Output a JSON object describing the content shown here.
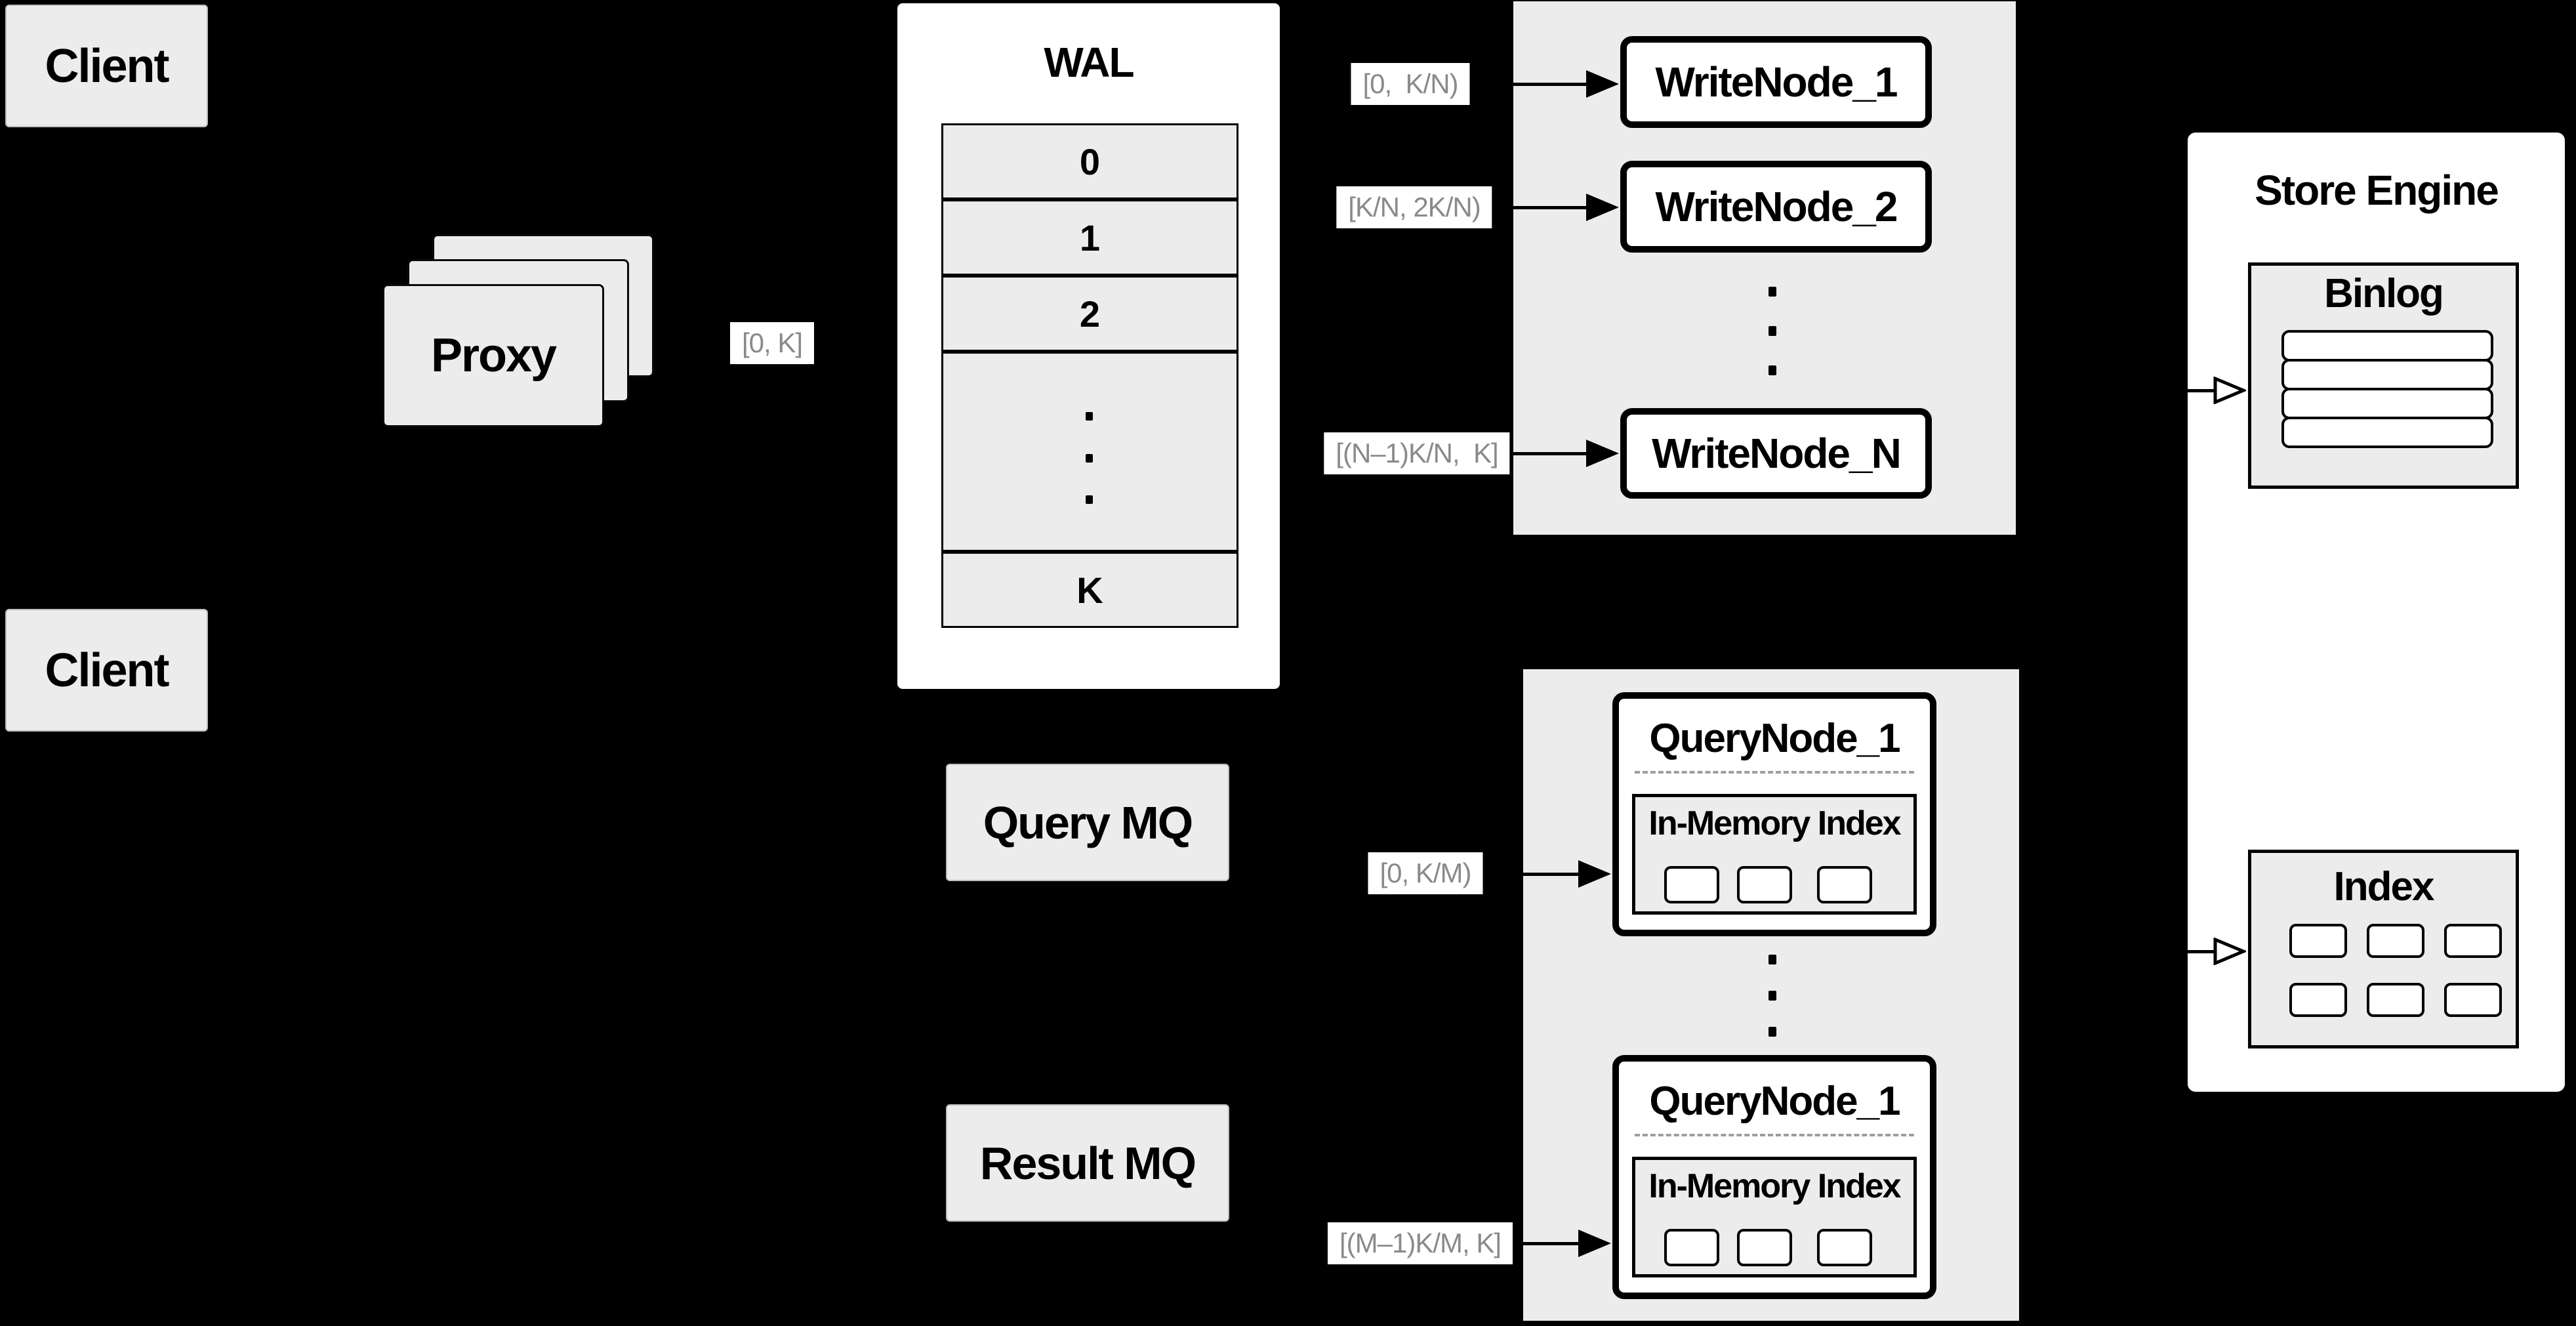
{
  "colors": {
    "background": "#000000",
    "panel_gray": "#ececec",
    "box_white": "#ffffff",
    "line_black": "#000000",
    "label_text_gray": "#8a8a8a",
    "divider_dash_gray": "#9e9e9e"
  },
  "clients": {
    "top": "Client",
    "bottom": "Client"
  },
  "proxy": {
    "label": "Proxy"
  },
  "wal": {
    "title": "WAL",
    "slots": [
      "0",
      "1",
      "2",
      "K"
    ]
  },
  "write_group": {
    "node1": "WriteNode_1",
    "node2": "WriteNode_2",
    "nodeN": "WriteNode_N"
  },
  "mq": {
    "query": "Query MQ",
    "result": "Result MQ"
  },
  "query_group": {
    "node_top": {
      "title": "QueryNode_1",
      "index_title": "In-Memory Index"
    },
    "node_bottom": {
      "title": "QueryNode_1",
      "index_title": "In-Memory Index"
    }
  },
  "store_engine": {
    "title": "Store Engine",
    "binlog": "Binlog",
    "index": "Index"
  },
  "range_labels": {
    "proxy_wal": "[0, K]",
    "write1": "[0,  K/N)",
    "write2": "[K/N, 2K/N)",
    "writeN": "[(N–1)K/N,  K]",
    "query1": "[0, K/M)",
    "queryM": "[(M–1)K/M, K]"
  }
}
